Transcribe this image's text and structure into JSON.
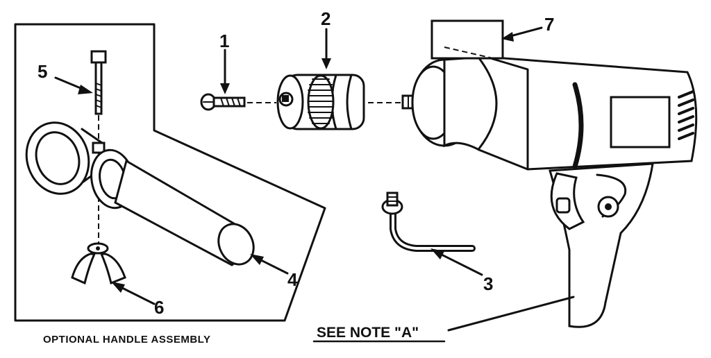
{
  "callouts": {
    "c1": "1",
    "c2": "2",
    "c3": "3",
    "c4": "4",
    "c5": "5",
    "c6": "6",
    "c7": "7"
  },
  "captions": {
    "optional_handle_assembly": "OPTIONAL HANDLE ASSEMBLY",
    "see_note_a": "SEE NOTE \"A\""
  }
}
